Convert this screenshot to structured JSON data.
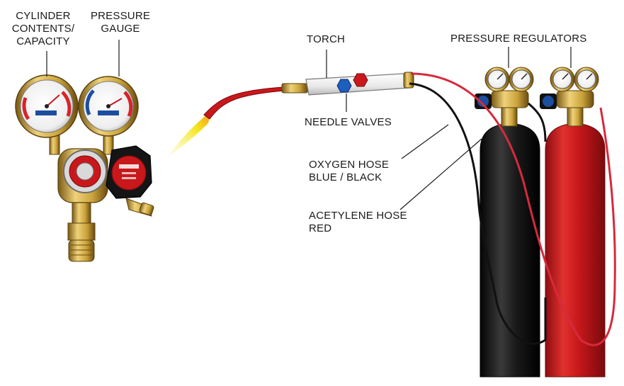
{
  "labels": {
    "cylinder_contents": [
      "CYLINDER",
      "CONTENTS/",
      "CAPACITY"
    ],
    "pressure_gauge": [
      "PRESSURE",
      "GAUGE"
    ],
    "torch": "TORCH",
    "pressure_regulators": "PRESSURE REGULATORS",
    "needle_valves": "NEEDLE VALVES",
    "oxygen_hose": [
      "OXYGEN HOSE",
      "BLUE / BLACK"
    ],
    "acetylene_hose": [
      "ACETYLENE HOSE",
      "RED"
    ]
  },
  "colors": {
    "oxygen_cylinder": "#1b1b1b",
    "acetylene_cylinder": "#c8181c",
    "oxygen_hose": "#111111",
    "acetylene_hose": "#d62a3c",
    "brass": "#c9a23a",
    "flame": "#f4e51c",
    "gauge_red": "#d8232a",
    "gauge_blue": "#1d4e9e"
  }
}
